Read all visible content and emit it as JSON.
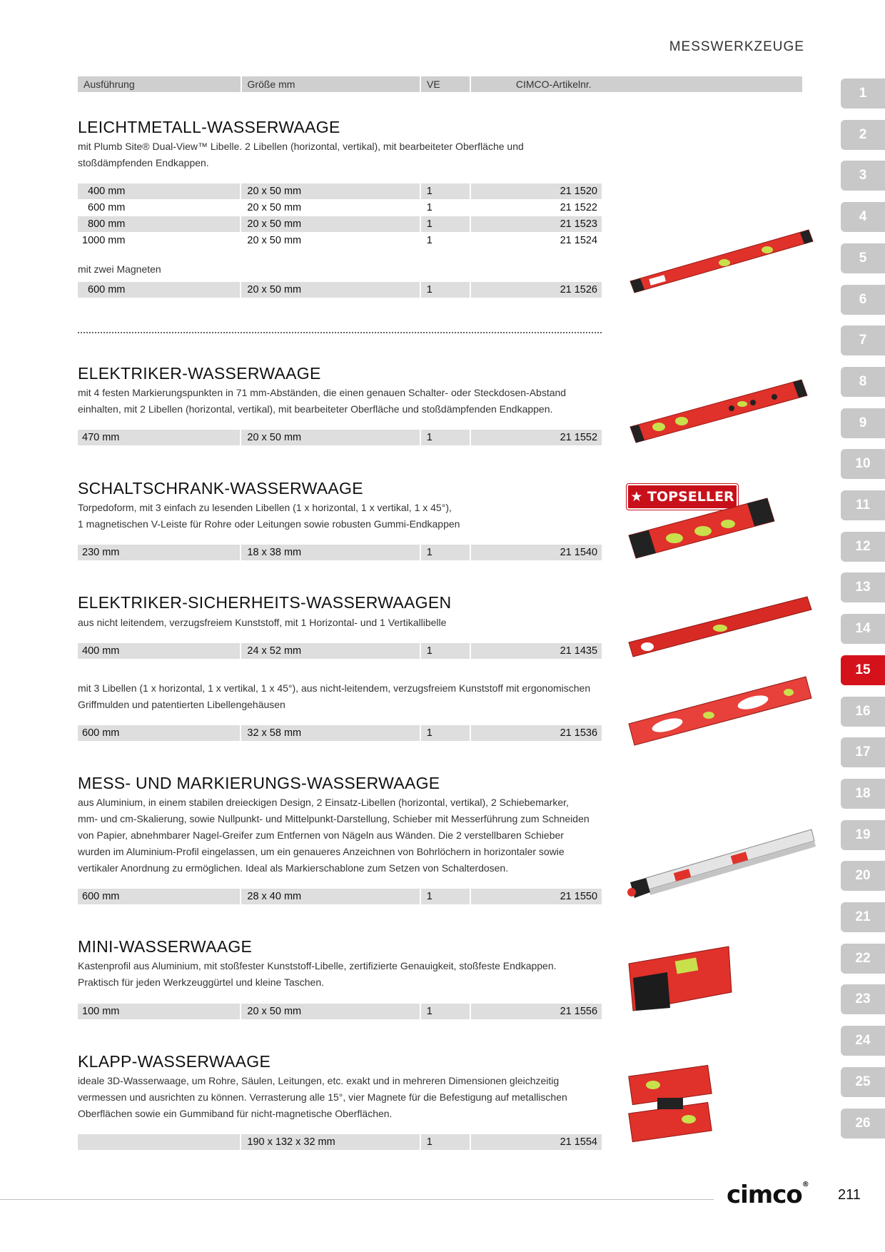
{
  "header": {
    "section": "MESSWERKZEUGE"
  },
  "columns": [
    "Ausführung",
    "Größe mm",
    "VE",
    "CIMCO-Artikelnr."
  ],
  "products": [
    {
      "title": "LEICHTMETALL-WASSERWAAGE",
      "description": [
        "mit Plumb Site® Dual-View™ Libelle. 2 Libellen (horizontal, vertikal), mit bearbeiteter Oberfläche und",
        "stoßdämpfenden Endkappen."
      ],
      "rows": [
        [
          "400 mm",
          "20 x 50 mm",
          "1",
          "21 1520"
        ],
        [
          "600 mm",
          "20 x 50 mm",
          "1",
          "21 1522"
        ],
        [
          "800 mm",
          "20 x 50 mm",
          "1",
          "21 1523"
        ],
        [
          "1000 mm",
          "20 x 50 mm",
          "1",
          "21 1524"
        ]
      ],
      "sub_note": "mit zwei Magneten",
      "sub_rows": [
        [
          "600 mm",
          "20 x 50 mm",
          "1",
          "21 1526"
        ]
      ]
    },
    {
      "title": "ELEKTRIKER-WASSERWAAGE",
      "description": [
        "mit 4 festen Markierungspunkten in 71 mm-Abständen, die einen genauen Schalter- oder Steckdosen-Abstand",
        "einhalten, mit 2 Libellen (horizontal, vertikal), mit bearbeiteter Oberfläche und stoßdämpfenden Endkappen."
      ],
      "rows": [
        [
          "470 mm",
          "20 x 50 mm",
          "1",
          "21 1552"
        ]
      ]
    },
    {
      "title": "SCHALTSCHRANK-WASSERWAAGE",
      "description": [
        "Torpedoform, mit 3 einfach zu lesenden Libellen (1 x horizontal, 1 x vertikal, 1 x 45°),",
        "1 magnetischen V-Leiste für Rohre oder Leitungen sowie robusten Gummi-Endkappen"
      ],
      "rows": [
        [
          "230 mm",
          "18 x 38 mm",
          "1",
          "21 1540"
        ]
      ],
      "badge": "★ TOPSELLER ★"
    },
    {
      "title": "ELEKTRIKER-SICHERHEITS-WASSERWAAGEN",
      "description": [
        "aus nicht leitendem, verzugsfreiem Kunststoff, mit 1 Horizontal- und 1 Vertikallibelle"
      ],
      "rows": [
        [
          "400 mm",
          "24 x 52 mm",
          "1",
          "21 1435"
        ]
      ],
      "sub_note": "mit 3 Libellen (1 x horizontal, 1 x vertikal, 1 x 45°), aus nicht-leitendem, verzugsfreiem Kunststoff mit ergonomischen",
      "sub_note2": "Griffmulden und patentierten Libellengehäusen",
      "sub_rows": [
        [
          "600 mm",
          "32 x 58 mm",
          "1",
          "21 1536"
        ]
      ]
    },
    {
      "title": "MESS- UND MARKIERUNGS-WASSERWAAGE",
      "description": [
        "aus Aluminium, in einem stabilen dreieckigen Design, 2 Einsatz-Libellen (horizontal, vertikal), 2 Schiebemarker,",
        "mm- und cm-Skalierung, sowie Nullpunkt- und Mittelpunkt-Darstellung, Schieber mit Messerführung zum Schneiden",
        "von Papier, abnehmbarer Nagel-Greifer zum Entfernen von Nägeln aus Wänden. Die 2 verstellbaren Schieber",
        "wurden im Aluminium-Profil  eingelassen, um ein genaueres Anzeichnen von Bohrlöchern in horizontaler sowie",
        "vertikaler Anordnung zu ermöglichen. Ideal als Markierschablone zum Setzen von Schalterdosen."
      ],
      "rows": [
        [
          "600 mm",
          "28 x 40 mm",
          "1",
          "21 1550"
        ]
      ]
    },
    {
      "title": "MINI-WASSERWAAGE",
      "description": [
        "Kastenprofil aus Aluminium, mit stoßfester Kunststoff-Libelle, zertifizierte Genauigkeit, stoßfeste Endkappen.",
        "Praktisch für jeden Werkzeuggürtel und kleine Taschen."
      ],
      "rows": [
        [
          "100 mm",
          "20 x 50 mm",
          "1",
          "21 1556"
        ]
      ]
    },
    {
      "title": "KLAPP-WASSERWAAGE",
      "description": [
        "ideale 3D-Wasserwaage, um Rohre, Säulen, Leitungen, etc. exakt und in mehreren Dimensionen gleichzeitig",
        "vermessen und ausrichten zu können.  Verrasterung alle 15°, vier Magnete für die Befestigung auf metallischen",
        "Oberflächen sowie ein Gummiband für nicht-magnetische Oberflächen."
      ],
      "rows": [
        [
          "",
          "190 x 132 x 32 mm",
          "1",
          "21 1554"
        ]
      ]
    }
  ],
  "tabs": [
    "1",
    "2",
    "3",
    "4",
    "5",
    "6",
    "7",
    "8",
    "9",
    "10",
    "11",
    "12",
    "13",
    "14",
    "15",
    "16",
    "17",
    "18",
    "19",
    "20",
    "21",
    "22",
    "23",
    "24",
    "25",
    "26"
  ],
  "active_tab": "15",
  "colors": {
    "accent": "#d5121c",
    "tab_gray": "#c8c8c8",
    "row_shade": "#dedede",
    "level_red": "#e0312b"
  },
  "footer": {
    "logo": "cimco",
    "logo_mark": "®",
    "page": "211"
  }
}
